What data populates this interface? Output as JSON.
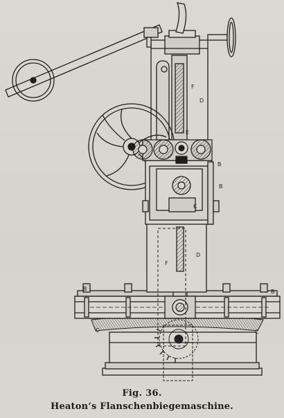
{
  "figure": {
    "label": "Fig. 36.",
    "title": "Heaton’s Flanschenbiegemaschine."
  },
  "part_labels": {
    "F_upper": "F",
    "D_upper": "D",
    "E": "E",
    "B_upper1": "B",
    "B_upper2": "B",
    "K": "K",
    "F_lower": "F",
    "D_lower": "D",
    "B_left": "B",
    "B_right": "B",
    "C_left": "C",
    "C_right": "C"
  }
}
